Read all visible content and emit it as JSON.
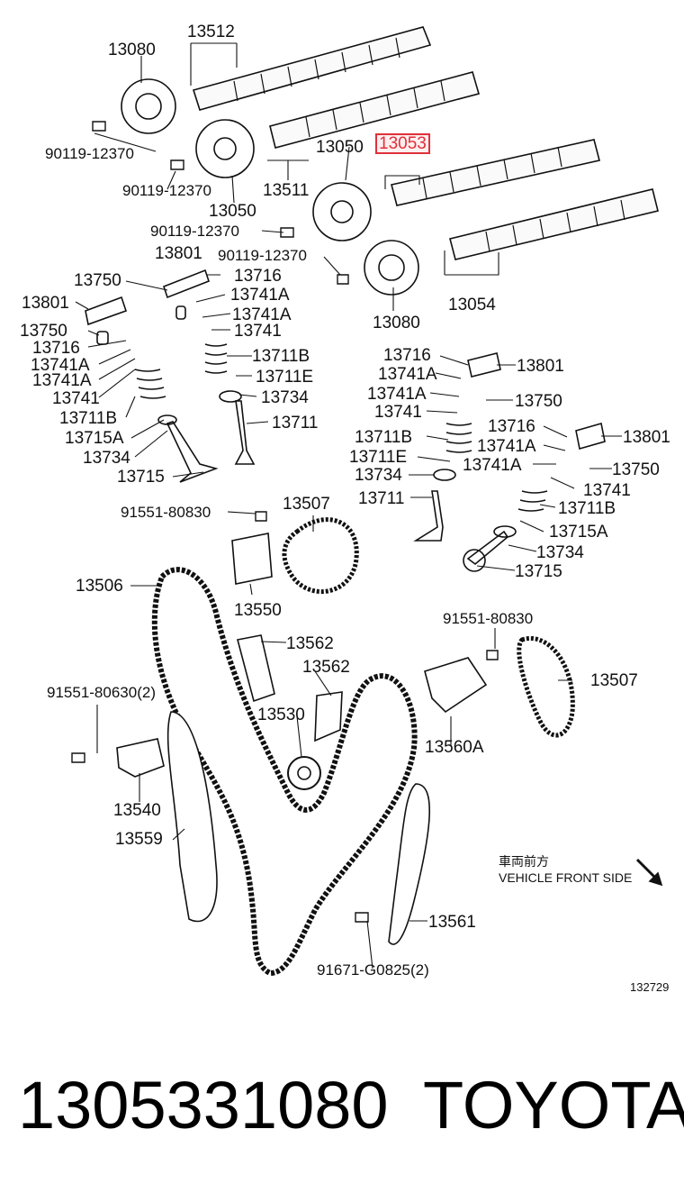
{
  "diagram": {
    "highlight_part": "13053",
    "labels": {
      "l13080a": "13080",
      "l13512": "13512",
      "l90119a": "90119-12370",
      "l90119b": "90119-12370",
      "l13050a": "13050",
      "l13511": "13511",
      "l13050b": "13050",
      "l13053": "13053",
      "l90119c": "90119-12370",
      "l13801a": "13801",
      "l90119d": "90119-12370",
      "l13750a": "13750",
      "l13716a": "13716",
      "l13741Aa": "13741A",
      "l13741Ab": "13741A",
      "l13741a": "13741",
      "l13711Ba": "13711B",
      "l13711Ea": "13711E",
      "l13734a": "13734",
      "l13711a": "13711",
      "l13801b": "13801",
      "l13750b": "13750",
      "l13716b": "13716",
      "l13741Ac": "13741A",
      "l13741Ad": "13741A",
      "l13741b": "13741",
      "l13711Bb": "13711B",
      "l13715Aa": "13715A",
      "l13734b": "13734",
      "l13715a": "13715",
      "l13080b": "13080",
      "l13054": "13054",
      "l13716c": "13716",
      "l13801c": "13801",
      "l13741Ae": "13741A",
      "l13750c": "13750",
      "l13741Af": "13741A",
      "l13741c": "13741",
      "l13711Bc": "13711B",
      "l13711Eb": "13711E",
      "l13734c": "13734",
      "l13711b": "13711",
      "l13716d": "13716",
      "l13801d": "13801",
      "l13741Ag": "13741A",
      "l13741Ah": "13741A",
      "l13750d": "13750",
      "l13741d": "13741",
      "l13711Bd": "13711B",
      "l13715Ab": "13715A",
      "l13734d": "13734",
      "l13715b": "13715",
      "l91551a": "91551-80830",
      "l13507a": "13507",
      "l13506": "13506",
      "l13550": "13550",
      "l13562a": "13562",
      "l13562b": "13562",
      "l13530": "13530",
      "l91551b": "91551-80830",
      "l13507b": "13507",
      "l13560A": "13560A",
      "l91551c": "91551-80630(2)",
      "l13540": "13540",
      "l13559": "13559",
      "l13561": "13561",
      "l91671": "91671-G0825(2)"
    },
    "note_jp": "車両前方",
    "note_en": "VEHICLE FRONT SIDE",
    "drawing_code": "132729"
  },
  "footer": {
    "part_number": "1305331080",
    "brand": "TOYOTA"
  },
  "colors": {
    "highlight": "#e0303a",
    "ink": "#111111"
  }
}
